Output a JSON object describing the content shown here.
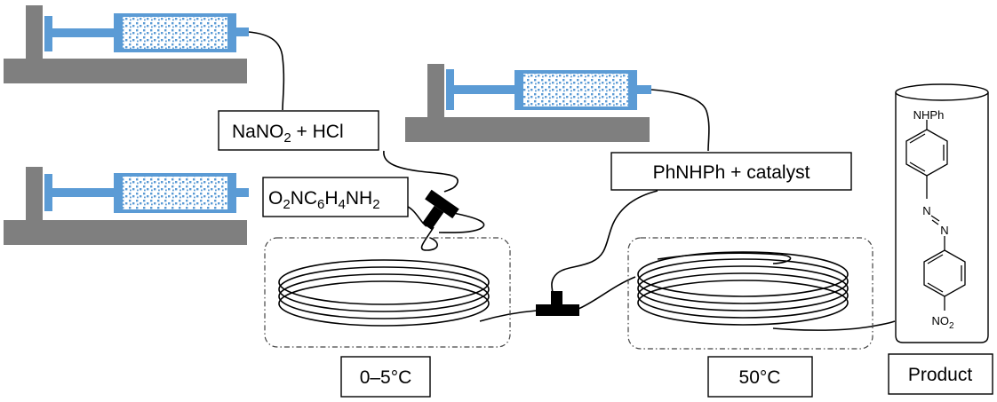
{
  "labels": {
    "nitrite": {
      "pre": "NaNO",
      "sub": "2",
      "post": " + HCl"
    },
    "amine": {
      "p1": "O",
      "s1": "2",
      "p2": "NC",
      "s2": "6",
      "p3": "H",
      "s3": "4",
      "p4": "NH",
      "s4": "2"
    },
    "coupler": "PhNHPh + catalyst",
    "temp_cold": "0–5°C",
    "temp_hot": "50°C",
    "product": "Product"
  },
  "structure": {
    "top_group": "NHPh",
    "bottom_group": {
      "main": "NO",
      "sub": "2"
    },
    "azo_atoms": [
      "N",
      "N"
    ]
  },
  "colors": {
    "syringe_blue": "#5b9bd5",
    "stand_gray": "#7f7f7f",
    "line": "#000000"
  },
  "icons": [
    "syringe-pump-icon",
    "t-mixer-icon",
    "coil-reactor-icon",
    "collection-vessel-icon"
  ]
}
